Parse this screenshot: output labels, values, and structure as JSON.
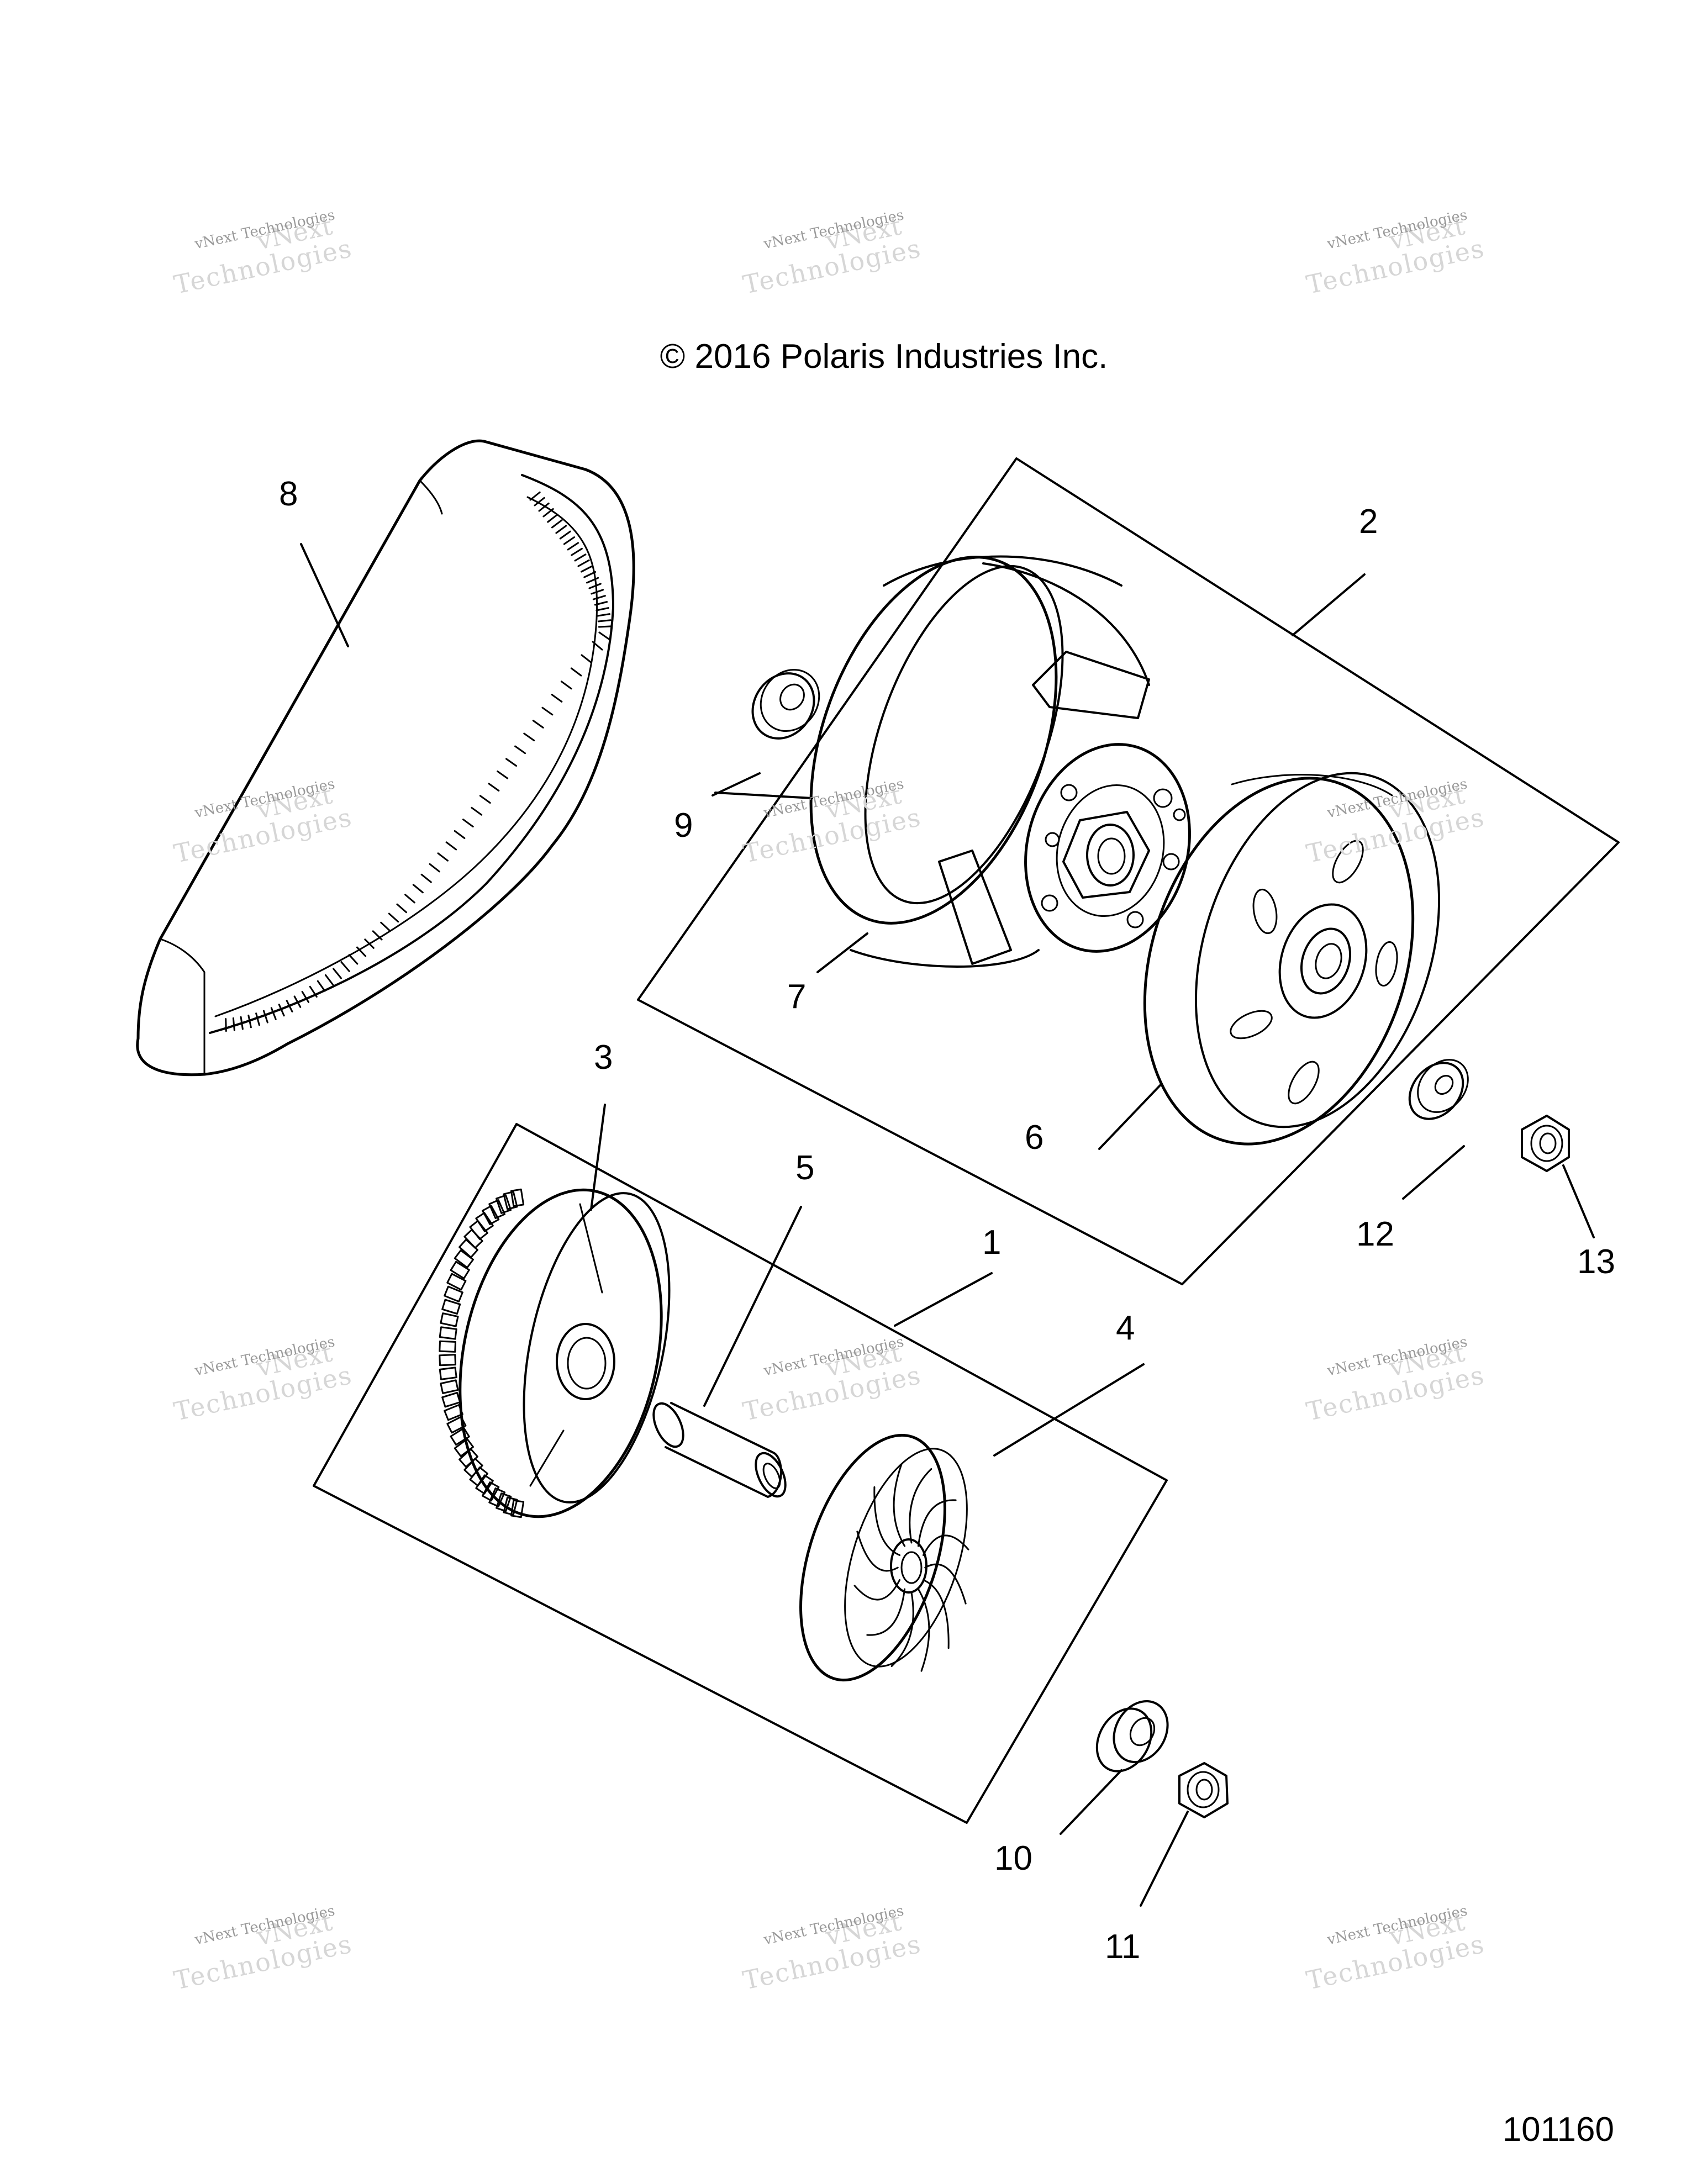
{
  "copyright": "© 2016 Polaris Industries Inc.",
  "figure_id": "101160",
  "watermark": {
    "line1": "vNext",
    "line2": "Technologies",
    "full": "vNext Technologies"
  },
  "callouts": [
    "1",
    "2",
    "3",
    "4",
    "5",
    "6",
    "7",
    "8",
    "9",
    "10",
    "11",
    "12",
    "13"
  ]
}
